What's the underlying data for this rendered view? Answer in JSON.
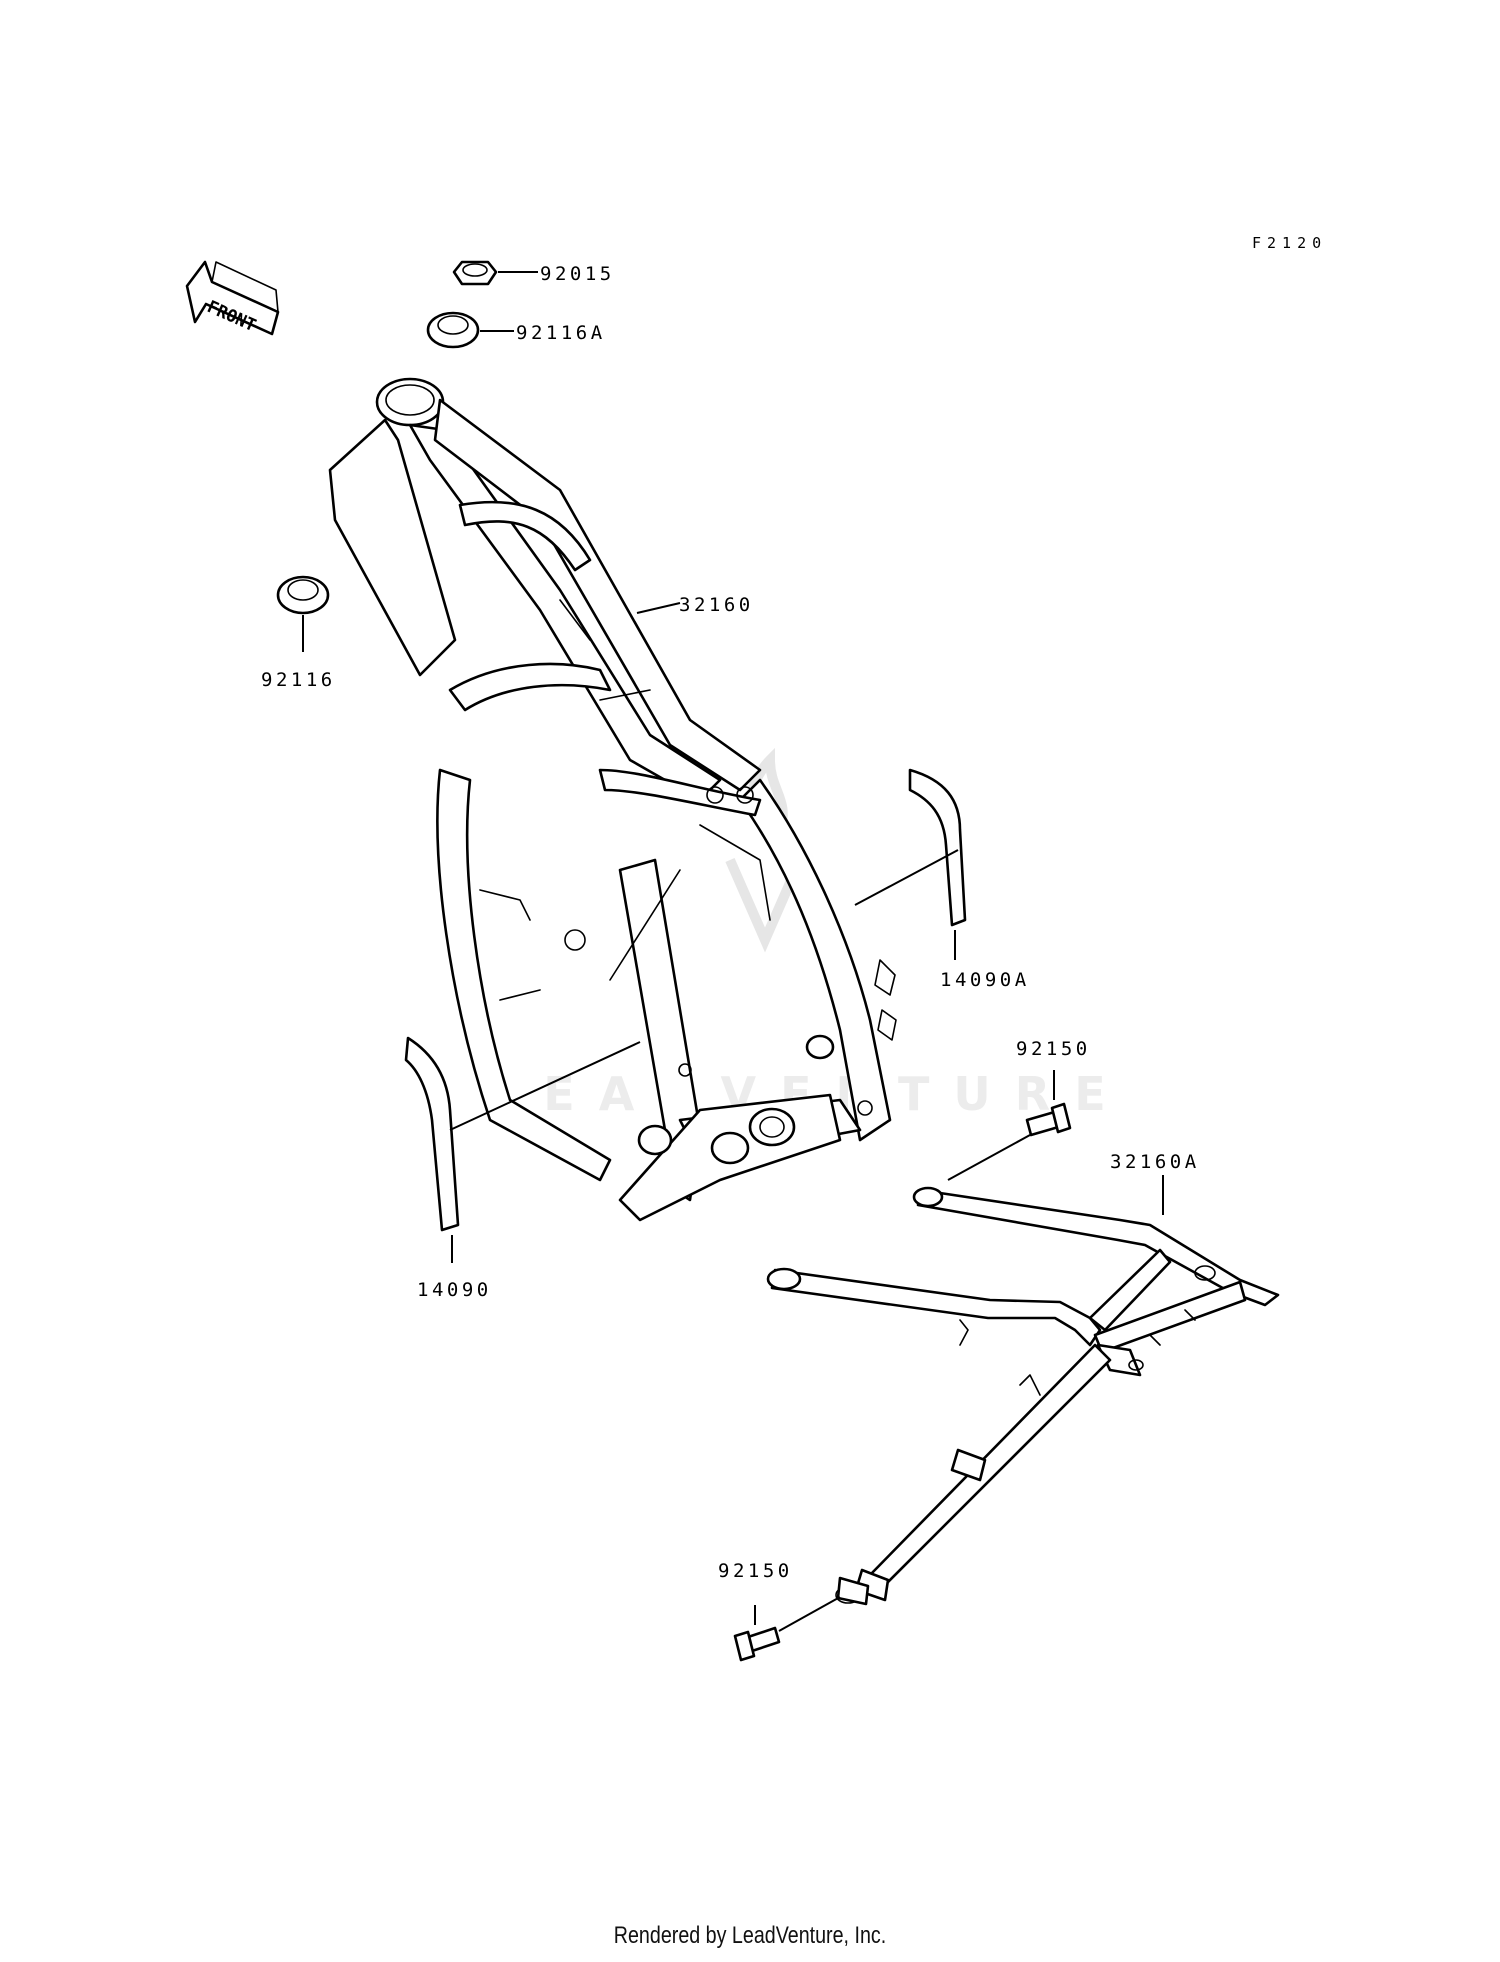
{
  "diagram_code": "F2120",
  "front_arrow": {
    "label": "FRONT",
    "icon": "front-direction-arrow-icon"
  },
  "parts": {
    "p92015": "92015",
    "p92116A": "92116A",
    "p92116": "92116",
    "p32160": "32160",
    "p14090A": "14090A",
    "p14090": "14090",
    "p92150_upper": "92150",
    "p32160A": "32160A",
    "p92150_lower": "92150"
  },
  "watermark": "LEADVENTURE",
  "footer": "Rendered by LeadVenture, Inc."
}
